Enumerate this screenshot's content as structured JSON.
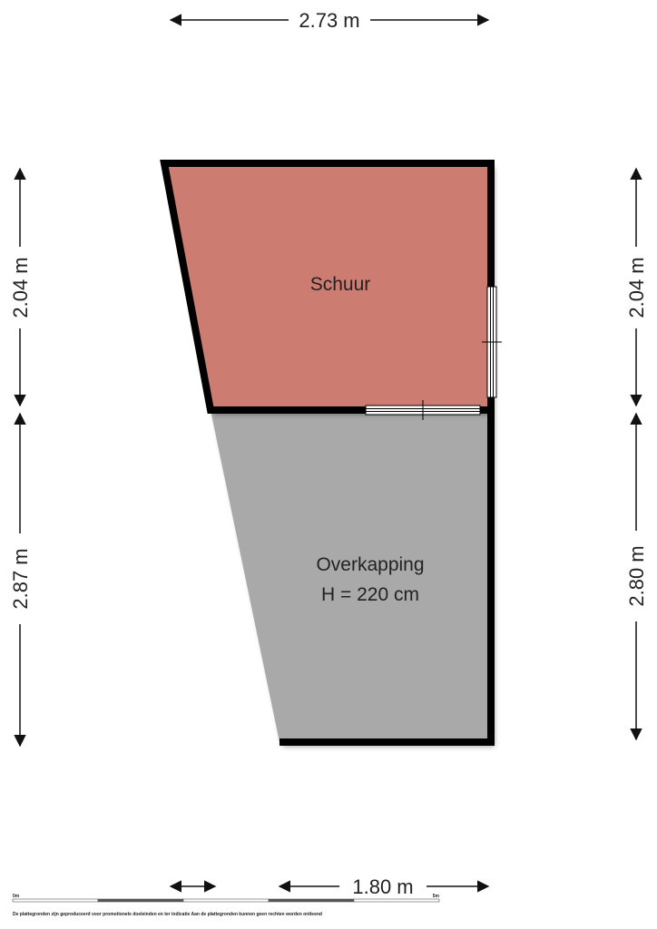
{
  "dimensions": {
    "top_width": "2.73 m",
    "left_upper": "2.04 m",
    "left_lower": "2.87 m",
    "right_upper": "2.04 m",
    "right_lower": "2.80 m",
    "bottom_width": "1.80 m"
  },
  "rooms": {
    "schuur": {
      "label": "Schuur",
      "color": "#cc7b70"
    },
    "overkapping": {
      "label": "Overkapping",
      "height_note": "H = 220 cm",
      "color": "#a9a9a9"
    }
  },
  "scale_bar": {
    "start_label": "0m",
    "end_label": "5m"
  },
  "disclaimer": "De plattegronden zijn geproduceerd voor promotionele doeleinden en ter indicatie Aan de plattegronden kunnen geen rechten worden ontleend",
  "colors": {
    "wall": "#000000",
    "dim_line": "#111111"
  }
}
